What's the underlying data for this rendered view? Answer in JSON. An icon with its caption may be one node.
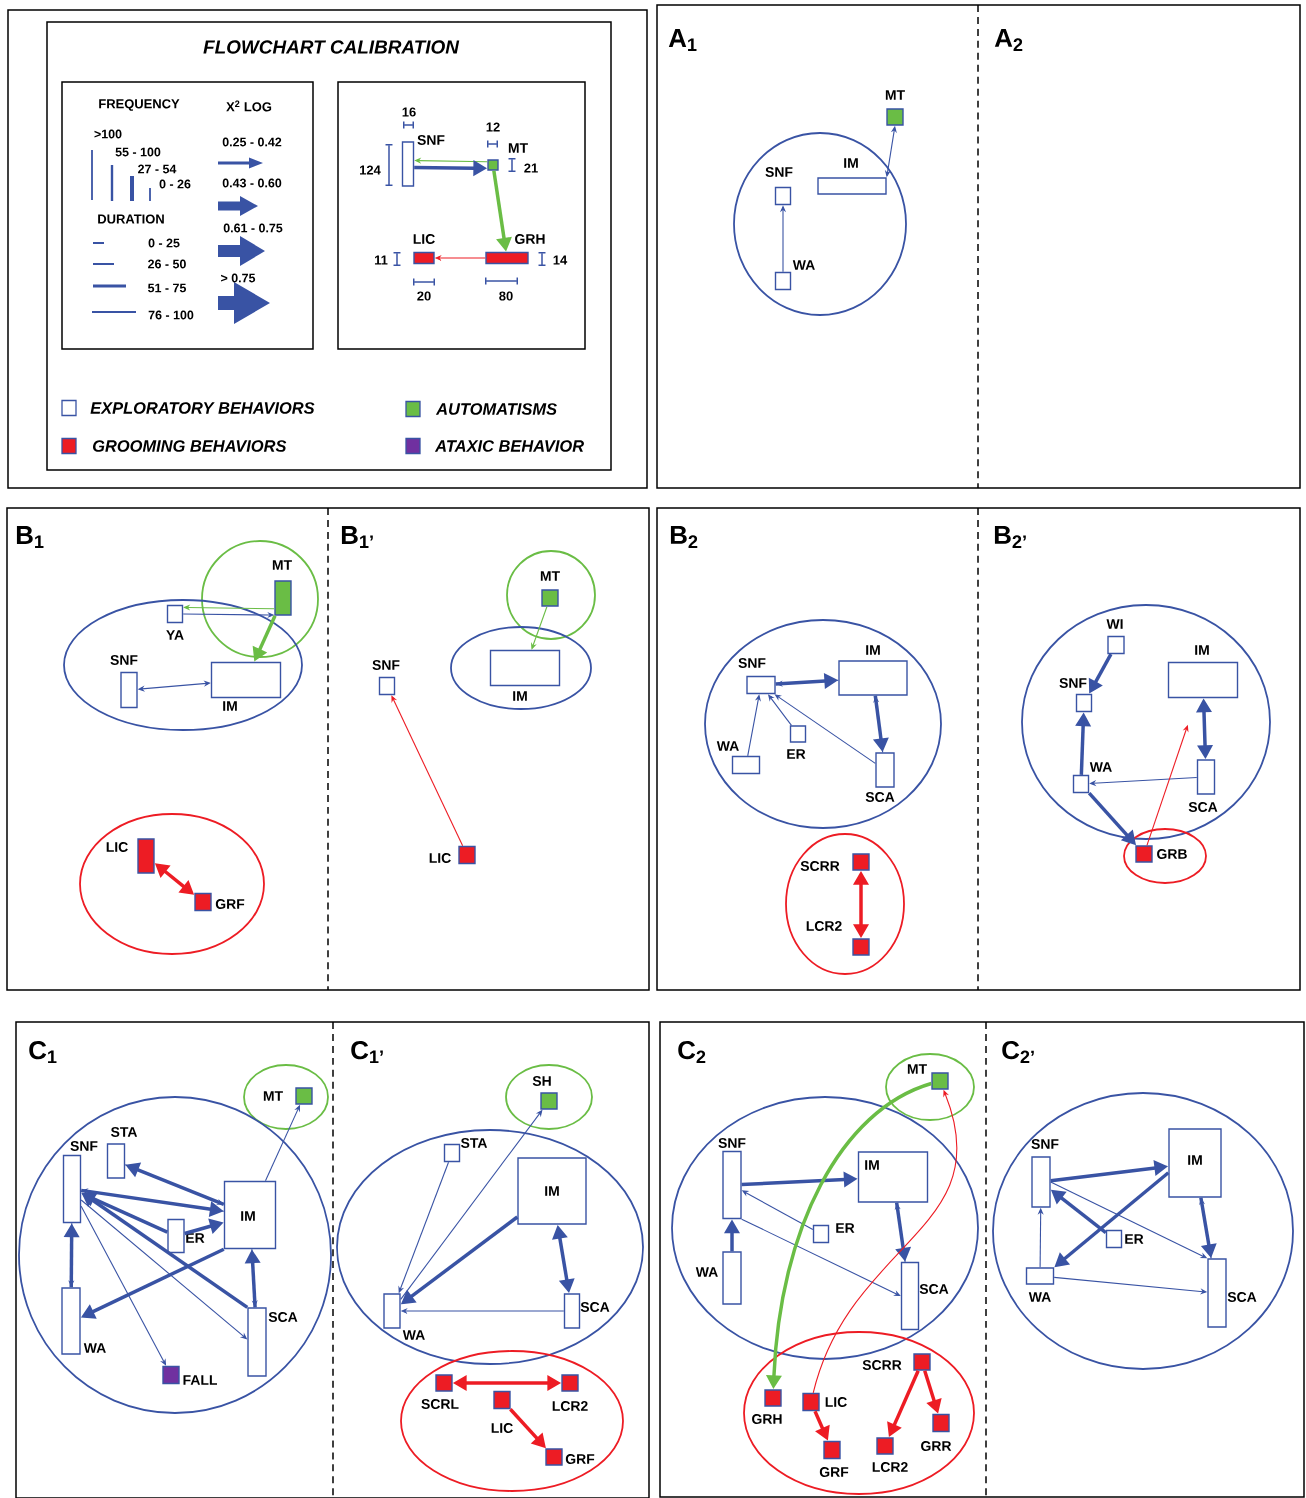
{
  "diagram": {
    "title": "FLOWCHART CALIBRATION",
    "nodes": [
      {
        "text": [
          "SNF"
        ]
      },
      {
        "text": [
          "MT"
        ]
      },
      {
        "text": [
          "LIC"
        ]
      },
      {
        "text": [
          "GRH"
        ]
      },
      {
        "text": [
          "MT"
        ]
      },
      {
        "text": [],
        "shape": "ellipse"
      },
      {
        "text": [
          "SNF"
        ],
        "in": 5
      },
      {
        "text": [
          "IM"
        ],
        "in": 5
      },
      {
        "text": [
          "WA"
        ],
        "in": 5
      },
      {
        "text": [],
        "shape": "circle"
      },
      {
        "text": [
          "MT"
        ],
        "in": 9
      },
      {
        "text": [],
        "shape": "ellipse"
      },
      {
        "text": [
          "YA"
        ],
        "in": 11
      },
      {
        "text": [
          "SNF"
        ],
        "in": 11
      },
      {
        "text": [
          "IM"
        ],
        "in": 11
      },
      {
        "text": [],
        "shape": "ellipse"
      },
      {
        "text": [
          "LIC"
        ],
        "in": 15
      },
      {
        "text": [
          "GRF"
        ],
        "in": 15
      },
      {
        "text": [],
        "shape": "circle"
      },
      {
        "text": [
          "MT"
        ],
        "in": 18
      },
      {
        "text": [
          "SNF"
        ]
      },
      {
        "text": [],
        "shape": "ellipse"
      },
      {
        "text": [
          "IM"
        ],
        "in": 21
      },
      {
        "text": [
          "LIC"
        ]
      },
      {
        "text": [],
        "shape": "ellipse"
      },
      {
        "text": [
          "SNF"
        ],
        "in": 24
      },
      {
        "text": [
          "IM"
        ],
        "in": 24
      },
      {
        "text": [
          "WA"
        ],
        "in": 24
      },
      {
        "text": [
          "ER"
        ],
        "in": 24
      },
      {
        "text": [
          "SCA"
        ],
        "in": 24
      },
      {
        "text": [],
        "shape": "ellipse"
      },
      {
        "text": [
          "SCRR"
        ],
        "in": 30
      },
      {
        "text": [
          "LCR2"
        ],
        "in": 30
      },
      {
        "text": [],
        "shape": "ellipse"
      },
      {
        "text": [
          "WI"
        ],
        "in": 33
      },
      {
        "text": [
          "SNF"
        ],
        "in": 33
      },
      {
        "text": [
          "IM"
        ],
        "in": 33
      },
      {
        "text": [
          "WA"
        ],
        "in": 33
      },
      {
        "text": [
          "SCA"
        ],
        "in": 33
      },
      {
        "text": [],
        "shape": "ellipse"
      },
      {
        "text": [
          "GRB"
        ],
        "in": 39
      },
      {
        "text": [],
        "shape": "ellipse"
      },
      {
        "text": [
          "MT"
        ],
        "in": 41
      },
      {
        "text": [],
        "shape": "ellipse"
      },
      {
        "text": [
          "SNF"
        ],
        "in": 43
      },
      {
        "text": [
          "STA"
        ],
        "in": 43
      },
      {
        "text": [
          "IM"
        ],
        "in": 43
      },
      {
        "text": [
          "ER"
        ],
        "in": 43
      },
      {
        "text": [
          "WA"
        ],
        "in": 43
      },
      {
        "text": [
          "SCA"
        ],
        "in": 43
      },
      {
        "text": [
          "FALL"
        ],
        "in": 43
      },
      {
        "text": [],
        "shape": "ellipse"
      },
      {
        "text": [
          "SH"
        ],
        "in": 51
      },
      {
        "text": [],
        "shape": "ellipse"
      },
      {
        "text": [
          "STA"
        ],
        "in": 53
      },
      {
        "text": [
          "IM"
        ],
        "in": 53
      },
      {
        "text": [
          "WA"
        ],
        "in": 53
      },
      {
        "text": [
          "SCA"
        ],
        "in": 53
      },
      {
        "text": [],
        "shape": "ellipse"
      },
      {
        "text": [
          "SCRL"
        ],
        "in": 58
      },
      {
        "text": [
          "LCR2"
        ],
        "in": 58
      },
      {
        "text": [
          "LIC"
        ],
        "in": 58
      },
      {
        "text": [
          "GRF"
        ],
        "in": 58
      },
      {
        "text": [],
        "shape": "ellipse"
      },
      {
        "text": [
          "MT"
        ],
        "in": 63
      },
      {
        "text": [],
        "shape": "ellipse"
      },
      {
        "text": [
          "SNF"
        ],
        "in": 65
      },
      {
        "text": [
          "IM"
        ],
        "in": 65
      },
      {
        "text": [
          "ER"
        ],
        "in": 65
      },
      {
        "text": [
          "WA"
        ],
        "in": 65
      },
      {
        "text": [
          "SCA"
        ],
        "in": 65
      },
      {
        "text": [],
        "shape": "ellipse"
      },
      {
        "text": [
          "SCRR"
        ],
        "in": 71
      },
      {
        "text": [
          "GRH"
        ],
        "in": 71
      },
      {
        "text": [
          "LIC"
        ],
        "in": 71
      },
      {
        "text": [
          "GRF"
        ],
        "in": 71
      },
      {
        "text": [
          "LCR2"
        ],
        "in": 71
      },
      {
        "text": [
          "GRR"
        ],
        "in": 71
      },
      {
        "text": [],
        "shape": "ellipse"
      },
      {
        "text": [
          "SNF"
        ],
        "in": 78
      },
      {
        "text": [
          "IM"
        ],
        "in": 78
      },
      {
        "text": [
          "ER"
        ],
        "in": 78
      },
      {
        "text": [
          "WA"
        ],
        "in": 78
      },
      {
        "text": [
          "SCA"
        ],
        "in": 78
      }
    ],
    "edges": [
      {
        "from": 1,
        "to": 0,
        "arrow": "to",
        "color": "#6abd45"
      },
      {
        "from": 0,
        "to": 1,
        "arrow": "to",
        "style": "thick"
      },
      {
        "from": 1,
        "to": 3,
        "arrow": "to",
        "style": "thick",
        "color": "#6abd45"
      },
      {
        "from": 3,
        "to": 2,
        "arrow": "to",
        "color": "#ed1c24"
      },
      {
        "from": 8,
        "to": 6,
        "arrow": "to"
      },
      {
        "from": 7,
        "to": 4,
        "arrow": "both"
      },
      {
        "from": 10,
        "to": 12,
        "arrow": "to",
        "color": "#6abd45"
      },
      {
        "from": 12,
        "to": 10,
        "arrow": "to"
      },
      {
        "from": 10,
        "to": 14,
        "arrow": "to",
        "style": "thick",
        "color": "#6abd45"
      },
      {
        "from": 13,
        "to": 14,
        "arrow": "both"
      },
      {
        "from": 16,
        "to": 17,
        "arrow": "both",
        "style": "thick",
        "color": "#ed1c24"
      },
      {
        "from": 19,
        "to": 22,
        "arrow": "to",
        "color": "#6abd45"
      },
      {
        "from": 23,
        "to": 20,
        "arrow": "to",
        "color": "#ed1c24"
      },
      {
        "from": 26,
        "to": 25,
        "arrow": "to"
      },
      {
        "from": 25,
        "to": 26,
        "arrow": "to",
        "style": "thick"
      },
      {
        "from": 27,
        "to": 25,
        "arrow": "to"
      },
      {
        "from": 28,
        "to": 25,
        "arrow": "to"
      },
      {
        "from": 29,
        "to": 25,
        "arrow": "to"
      },
      {
        "from": 29,
        "to": 26,
        "arrow": "to"
      },
      {
        "from": 26,
        "to": 29,
        "arrow": "to",
        "style": "thick"
      },
      {
        "from": 31,
        "to": 32,
        "arrow": "both",
        "style": "thick",
        "color": "#ed1c24"
      },
      {
        "from": 34,
        "to": 35,
        "arrow": "to",
        "style": "thick"
      },
      {
        "from": 37,
        "to": 35,
        "arrow": "to",
        "style": "thick"
      },
      {
        "from": 38,
        "to": 37,
        "arrow": "to"
      },
      {
        "from": 36,
        "to": 38,
        "arrow": "both",
        "style": "thick"
      },
      {
        "from": 37,
        "to": 40,
        "arrow": "to",
        "style": "thick"
      },
      {
        "from": 40,
        "to": 36,
        "arrow": "to",
        "color": "#ed1c24"
      },
      {
        "from": 46,
        "to": 42,
        "arrow": "to"
      },
      {
        "from": 45,
        "to": 46,
        "arrow": "to"
      },
      {
        "from": 46,
        "to": 45,
        "arrow": "to",
        "style": "thick"
      },
      {
        "from": 46,
        "to": 44,
        "arrow": "to"
      },
      {
        "from": 44,
        "to": 46,
        "arrow": "to",
        "style": "thick"
      },
      {
        "from": 47,
        "to": 44,
        "arrow": "to",
        "style": "thick"
      },
      {
        "from": 47,
        "to": 46,
        "arrow": "to",
        "style": "thick"
      },
      {
        "from": 46,
        "to": 48,
        "arrow": "to",
        "style": "thick"
      },
      {
        "from": 48,
        "to": 44,
        "arrow": "to",
        "style": "thick"
      },
      {
        "from": 44,
        "to": 48,
        "arrow": "to"
      },
      {
        "from": 49,
        "to": 46,
        "arrow": "to",
        "style": "thick"
      },
      {
        "from": 46,
        "to": 49,
        "arrow": "to"
      },
      {
        "from": 44,
        "to": 50,
        "arrow": "to"
      },
      {
        "from": 49,
        "to": 44,
        "arrow": "to",
        "style": "thick"
      },
      {
        "from": 44,
        "to": 49,
        "arrow": "to"
      },
      {
        "from": 54,
        "to": 56,
        "arrow": "to"
      },
      {
        "from": 56,
        "to": 52,
        "arrow": "to"
      },
      {
        "from": 55,
        "to": 56,
        "arrow": "to",
        "style": "thick"
      },
      {
        "from": 55,
        "to": 57,
        "arrow": "both",
        "style": "thick"
      },
      {
        "from": 57,
        "to": 56,
        "arrow": "to"
      },
      {
        "from": 59,
        "to": 60,
        "arrow": "both",
        "style": "thick",
        "color": "#ed1c24"
      },
      {
        "from": 61,
        "to": 62,
        "arrow": "to",
        "style": "thick",
        "color": "#ed1c24"
      },
      {
        "from": 66,
        "to": 67,
        "arrow": "to",
        "style": "thick"
      },
      {
        "from": 68,
        "to": 66,
        "arrow": "to"
      },
      {
        "from": 69,
        "to": 66,
        "arrow": "to",
        "style": "thick"
      },
      {
        "from": 66,
        "to": 70,
        "arrow": "to"
      },
      {
        "from": 70,
        "to": 67,
        "arrow": "to"
      },
      {
        "from": 67,
        "to": 70,
        "arrow": "to",
        "style": "thick"
      },
      {
        "from": 64,
        "to": 73,
        "arrow": "to",
        "style": "thick",
        "color": "#6abd45"
      },
      {
        "from": 74,
        "to": 64,
        "arrow": "to",
        "color": "#ed1c24"
      },
      {
        "from": 74,
        "to": 75,
        "arrow": "to",
        "style": "thick",
        "color": "#ed1c24"
      },
      {
        "from": 72,
        "to": 76,
        "arrow": "to",
        "style": "thick",
        "color": "#ed1c24"
      },
      {
        "from": 72,
        "to": 77,
        "arrow": "to",
        "style": "thick",
        "color": "#ed1c24"
      },
      {
        "from": 79,
        "to": 80,
        "arrow": "to",
        "style": "thick"
      },
      {
        "from": 80,
        "to": 82,
        "arrow": "to",
        "style": "thick"
      },
      {
        "from": 79,
        "to": 83,
        "arrow": "to"
      },
      {
        "from": 81,
        "to": 79,
        "arrow": "to",
        "style": "thick"
      },
      {
        "from": 82,
        "to": 79,
        "arrow": "to"
      },
      {
        "from": 82,
        "to": 83,
        "arrow": "to"
      },
      {
        "from": 83,
        "to": 80,
        "arrow": "to"
      },
      {
        "from": 80,
        "to": 83,
        "arrow": "to",
        "style": "thick"
      }
    ],
    "labels": [
      "FREQUENCY",
      "X$^{2}$ LOG",
      ">100",
      "0.25 - 0.42",
      "55 - 100",
      "27 - 54",
      "0 - 26",
      "0.43 - 0.60",
      "DURATION",
      "0.61 - 0.75",
      "0 - 25",
      "26 - 50",
      "> 0.75",
      "51 - 75",
      "76 - 100",
      "16",
      "12",
      "124",
      "21",
      "11",
      "14",
      "20",
      "80",
      "A$_{1}$",
      "A$_{2}$",
      "B$_{1}$",
      "B$_{1’}$",
      "B$_{2}$",
      "B$_{2’}$",
      "C$_{1}$",
      "C$_{1’}$",
      "C$_{2}$",
      "C$_{2’}$"
    ],
    "legend": [
      {
        "text": "EXPLORATORY BEHAVIORS"
      },
      {
        "text": "AUTOMATISMS",
        "color": "#6abd45"
      },
      {
        "text": "GROOMING BEHAVIORS",
        "color": "#ed1c24"
      },
      {
        "text": "ATAXIC BEHAVIOR",
        "color": "#7030a0"
      }
    ]
  }
}
